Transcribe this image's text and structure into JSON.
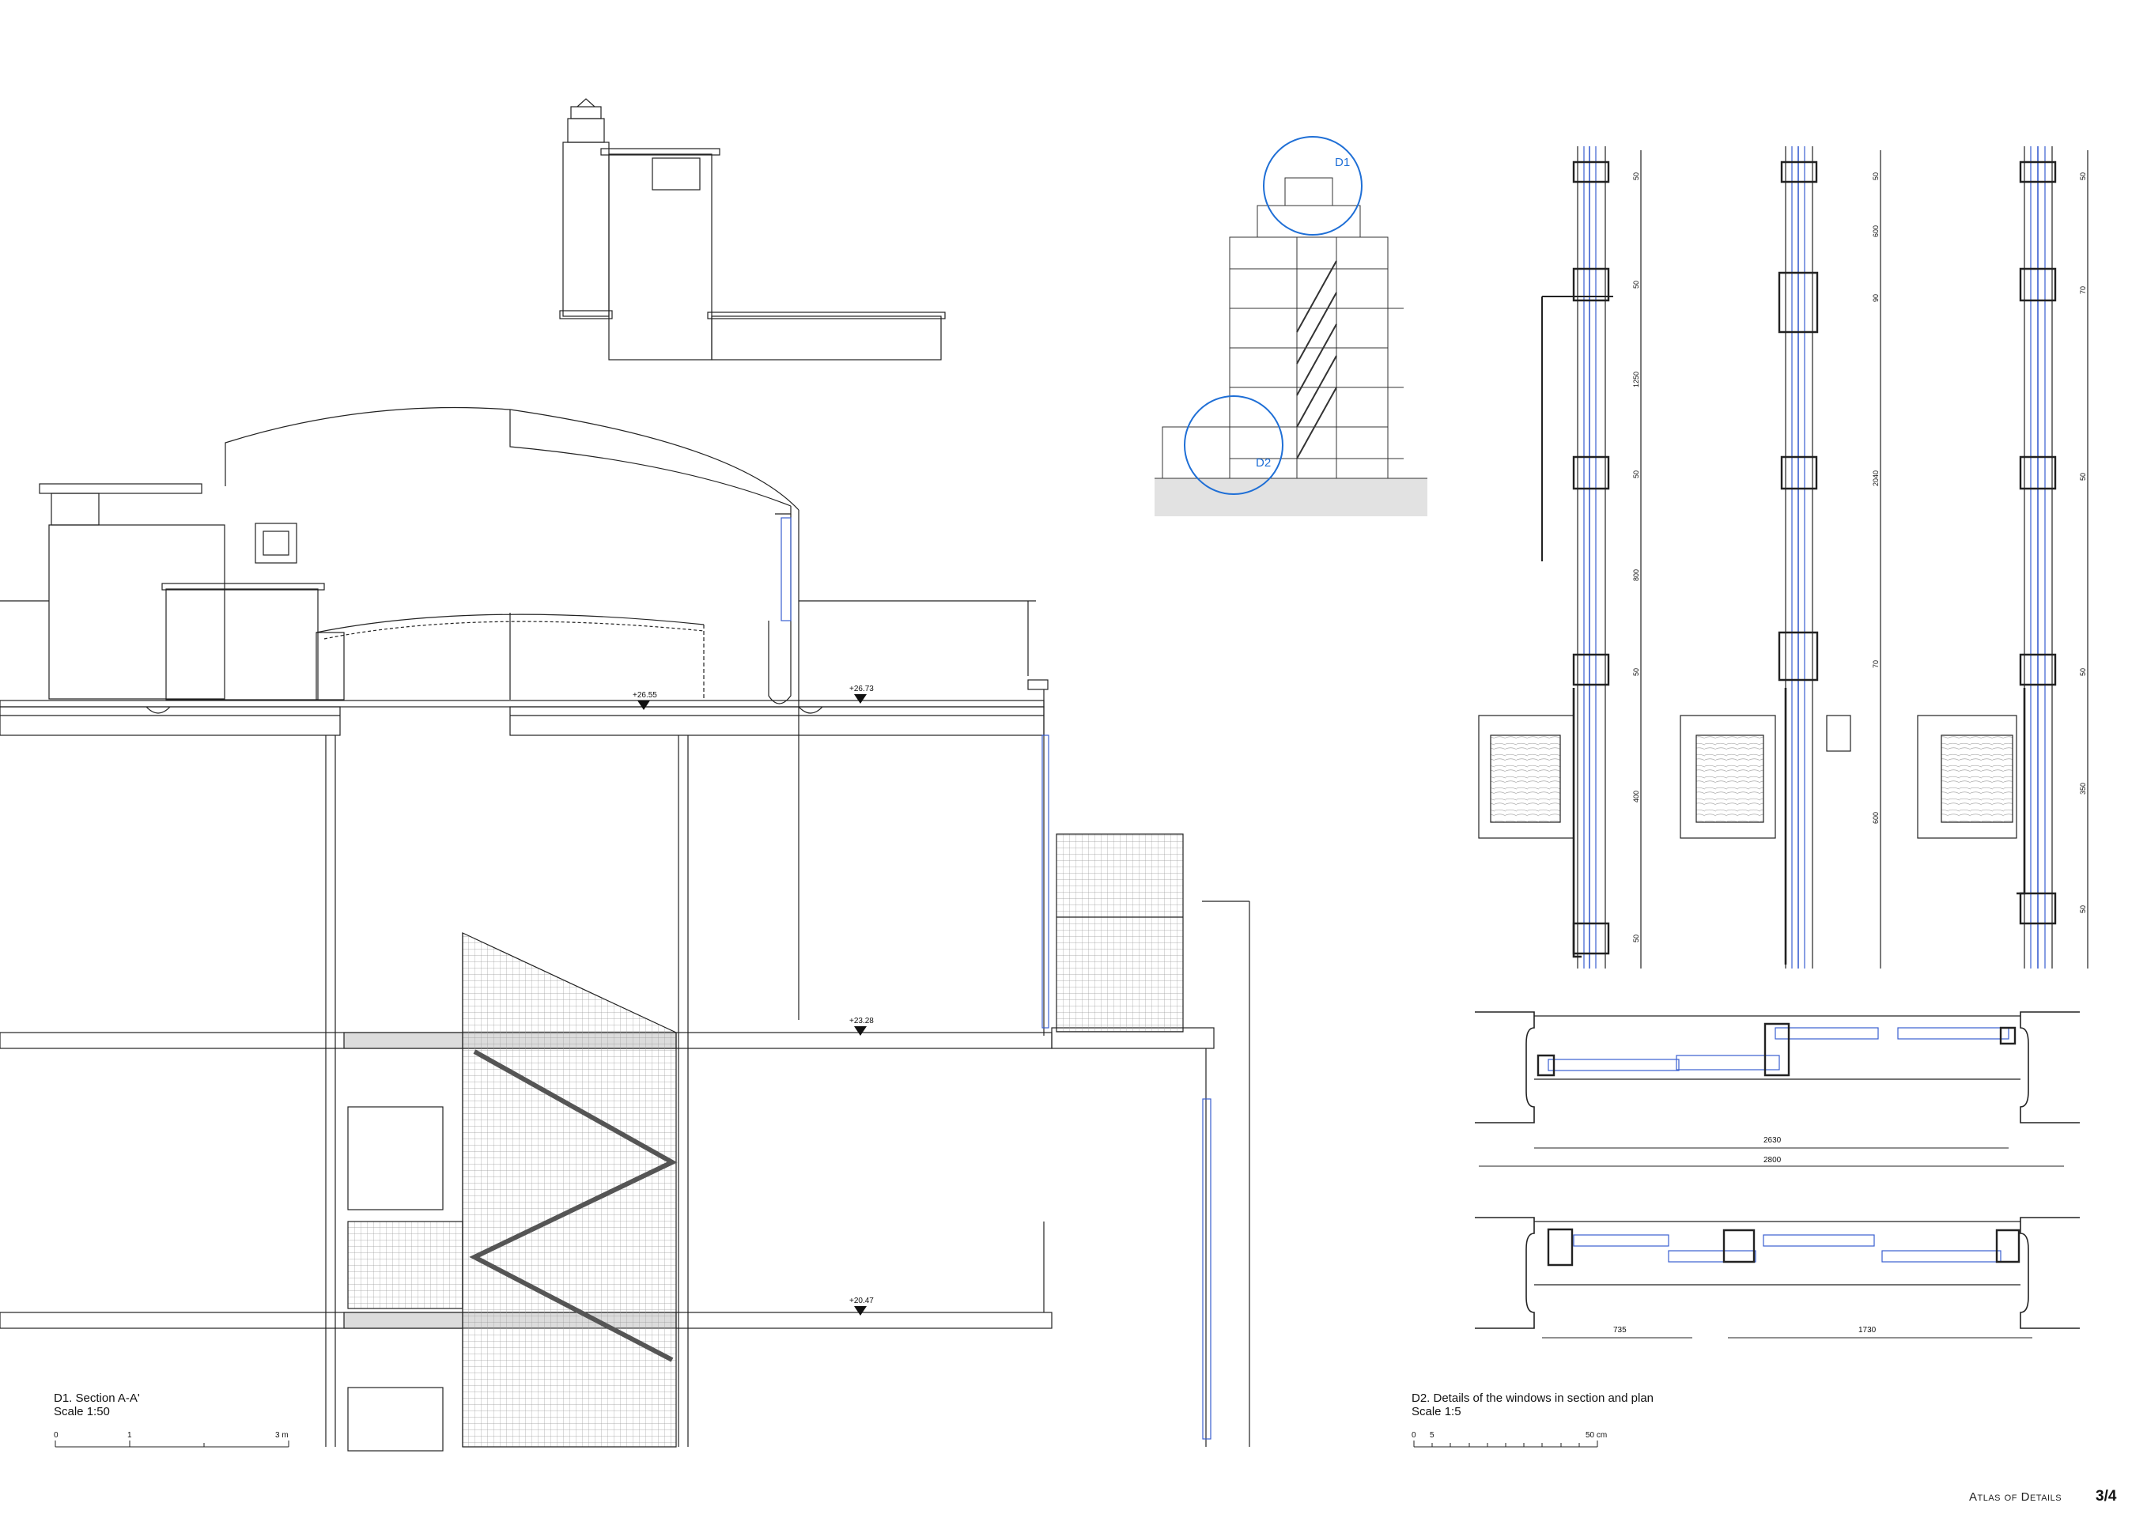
{
  "drawing_1": {
    "title": "D1. Section A-A'",
    "scale": "Scale 1:50",
    "scale_bar": [
      "0",
      "1",
      "3 m"
    ],
    "levels": [
      "+26.55",
      "+26.73",
      "+23.28",
      "+20.47"
    ]
  },
  "key_plan": {
    "callouts": [
      "D1",
      "D2"
    ]
  },
  "drawing_2": {
    "title": "D2. Details of the windows in section and plan",
    "scale": "Scale 1:5",
    "scale_bar": [
      "0",
      "5",
      "50 cm"
    ],
    "section_1_dims": [
      "50",
      "50",
      "1250",
      "50",
      "800",
      "50",
      "400",
      "50"
    ],
    "section_2_dims": [
      "50",
      "600",
      "90",
      "2040",
      "70",
      "600"
    ],
    "section_3_dims": [
      "50",
      "70",
      "50",
      "50",
      "350",
      "50"
    ],
    "plan_1_dims": [
      "2630",
      "2800"
    ],
    "plan_2_dims": [
      "735",
      "1730"
    ]
  },
  "footer": {
    "series": "Atlas of Details",
    "page": "3/4"
  },
  "colors": {
    "line": "#222222",
    "glass": "#3a5fd0",
    "callout": "#1f6fd6",
    "ground": "#e2e2e2"
  }
}
